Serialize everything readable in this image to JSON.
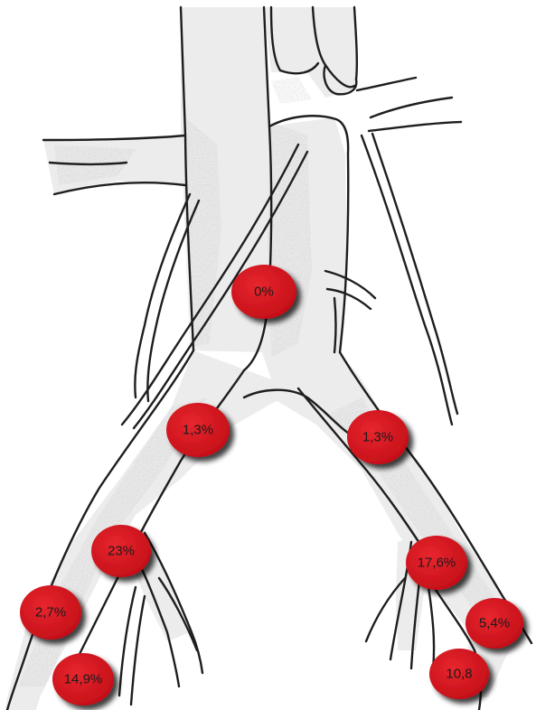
{
  "figure": {
    "colors": {
      "badge": "#d7131c",
      "badge_shadow": "#3a3a3a",
      "vessel_fill": "#ececec",
      "vessel_shade": "#bdbdbd",
      "outline": "#1e1e1e",
      "label": "#1a1a1a"
    },
    "badges": [
      {
        "id": "aorta",
        "label": "0%"
      },
      {
        "id": "common-iliac-right",
        "label": "1,3%"
      },
      {
        "id": "common-iliac-left",
        "label": "1,3%"
      },
      {
        "id": "internal-iliac-right",
        "label": "23%"
      },
      {
        "id": "internal-iliac-left",
        "label": "17,6%"
      },
      {
        "id": "external-iliac-right",
        "label": "2,7%"
      },
      {
        "id": "external-iliac-left",
        "label": "5,4%"
      },
      {
        "id": "distal-right",
        "label": "14,9%"
      },
      {
        "id": "distal-left",
        "label": "10,8"
      }
    ]
  }
}
